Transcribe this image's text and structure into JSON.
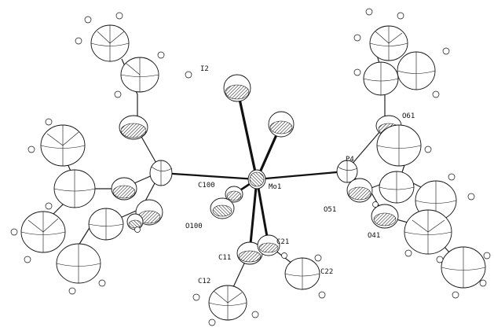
{
  "labels": {
    "i2": "I2",
    "mo1": "Mo1",
    "p4": "P4",
    "c100": "C100",
    "o100": "O100",
    "c11": "C11",
    "c12": "C12",
    "c21": "C21",
    "c22": "C22",
    "o51": "O51",
    "o41": "O41",
    "o61": "O61"
  },
  "colors": {
    "ink": "#111111",
    "paper": "#ffffff"
  }
}
